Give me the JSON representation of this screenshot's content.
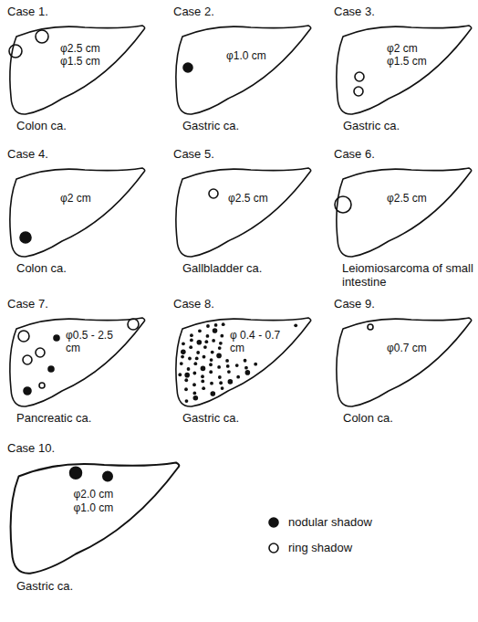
{
  "diagram": {
    "labels": [
      "Case 1.",
      "φ2.5 cm",
      "φ1.5 cm",
      "Colon ca.",
      "Case 2.",
      "φ1.0 cm",
      "Gastric ca.",
      "Case 3.",
      "φ2 cm",
      "φ1.5 cm",
      "Gastric ca.",
      "Case 4.",
      "φ2 cm",
      "Colon ca.",
      "Case 5.",
      "φ2.5 cm",
      "Gallbladder ca.",
      "Case 6.",
      "φ2.5 cm",
      "Leiomiosarcoma of small intestine",
      "Case 7.",
      "φ0.5 - 2.5 cm",
      "Pancreatic ca.",
      "Case 8.",
      "φ 0.4 - 0.7 cm",
      "Gastric ca.",
      "Case 9.",
      "φ0.7 cm",
      "Colon ca.",
      "Case 10.",
      "φ2.0 cm",
      "φ1.0 cm",
      "Gastric ca."
    ],
    "legend": [
      {
        "text": "nodular shadow"
      },
      {
        "text": "ring shadow"
      }
    ]
  }
}
